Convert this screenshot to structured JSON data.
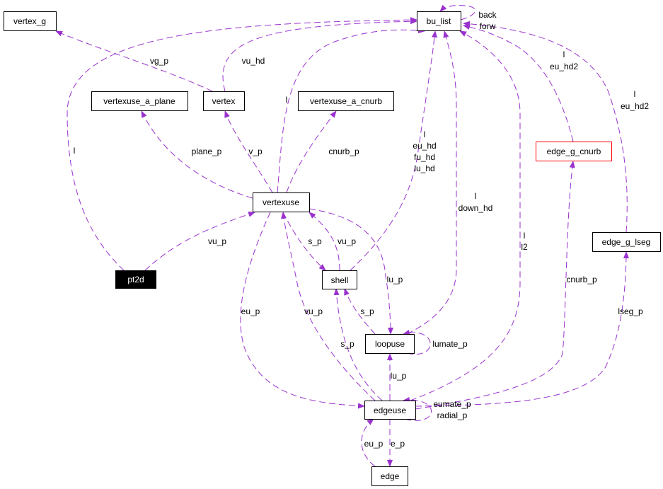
{
  "colors": {
    "edge": "#9a32cd",
    "highlight_border": "#ff0000",
    "focus_fill": "#000000"
  },
  "nodes": {
    "vertex_g": "vertex_g",
    "bu_list": "bu_list",
    "vertexuse_a_plane": "vertexuse_a_plane",
    "vertex": "vertex",
    "vertexuse_a_cnurb": "vertexuse_a_cnurb",
    "edge_g_cnurb": "edge_g_cnurb",
    "vertexuse": "vertexuse",
    "edge_g_lseg": "edge_g_lseg",
    "pt2d": "pt2d",
    "shell": "shell",
    "loopuse": "loopuse",
    "edgeuse": "edgeuse",
    "edge": "edge"
  },
  "edges": [
    {
      "from": "vertex",
      "to": "vertex_g",
      "labels": [
        "vg_p"
      ]
    },
    {
      "from": "vertex",
      "to": "bu_list",
      "labels": [
        "vu_hd"
      ]
    },
    {
      "from": "pt2d",
      "to": "bu_list",
      "labels": [
        "l"
      ]
    },
    {
      "from": "vertexuse",
      "to": "bu_list",
      "labels": [
        "l"
      ]
    },
    {
      "from": "vertexuse",
      "to": "vertexuse_a_plane",
      "labels": [
        "plane_p"
      ]
    },
    {
      "from": "vertexuse",
      "to": "vertex",
      "labels": [
        "v_p"
      ]
    },
    {
      "from": "vertexuse",
      "to": "vertexuse_a_cnurb",
      "labels": [
        "cnurb_p"
      ]
    },
    {
      "from": "pt2d",
      "to": "vertexuse",
      "labels": [
        "vu_p"
      ]
    },
    {
      "from": "shell",
      "to": "bu_list",
      "labels": [
        "l",
        "eu_hd",
        "fu_hd",
        "lu_hd"
      ]
    },
    {
      "from": "loopuse",
      "to": "bu_list",
      "labels": [
        "l",
        "down_hd"
      ]
    },
    {
      "from": "edgeuse",
      "to": "bu_list",
      "labels": [
        "l",
        "l2"
      ]
    },
    {
      "from": "edge_g_cnurb",
      "to": "bu_list",
      "labels": [
        "l",
        "eu_hd2"
      ]
    },
    {
      "from": "edge_g_lseg",
      "to": "bu_list",
      "labels": [
        "l",
        "eu_hd2"
      ]
    },
    {
      "from": "bu_list",
      "to": "bu_list",
      "labels": [
        "back",
        "forw"
      ]
    },
    {
      "from": "vertexuse",
      "to": "shell",
      "labels": [
        "s_p"
      ]
    },
    {
      "from": "shell",
      "to": "vertexuse",
      "labels": [
        "vu_p"
      ]
    },
    {
      "from": "vertexuse",
      "to": "loopuse",
      "labels": [
        "lu_p"
      ]
    },
    {
      "from": "vertexuse",
      "to": "edgeuse",
      "labels": [
        "eu_p"
      ]
    },
    {
      "from": "edgeuse",
      "to": "vertexuse",
      "labels": [
        "vu_p"
      ]
    },
    {
      "from": "edgeuse",
      "to": "shell",
      "labels": [
        "s_p"
      ]
    },
    {
      "from": "loopuse",
      "to": "shell",
      "labels": [
        "s_p"
      ]
    },
    {
      "from": "loopuse",
      "to": "loopuse",
      "labels": [
        "lumate_p"
      ]
    },
    {
      "from": "edgeuse",
      "to": "loopuse",
      "labels": [
        "lu_p"
      ]
    },
    {
      "from": "edgeuse",
      "to": "edgeuse",
      "labels": [
        "eumate_p",
        "radial_p"
      ]
    },
    {
      "from": "edgeuse",
      "to": "edge_g_cnurb",
      "labels": [
        "cnurb_p"
      ]
    },
    {
      "from": "edgeuse",
      "to": "edge_g_lseg",
      "labels": [
        "lseg_p"
      ]
    },
    {
      "from": "edge",
      "to": "edgeuse",
      "labels": [
        "eu_p"
      ]
    },
    {
      "from": "edgeuse",
      "to": "edge",
      "labels": [
        "e_p"
      ]
    }
  ]
}
